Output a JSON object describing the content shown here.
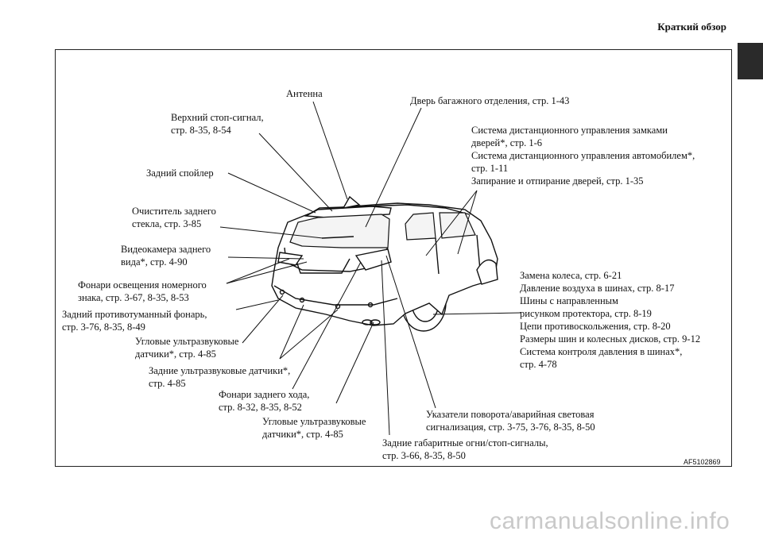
{
  "header": {
    "title": "Краткий обзор"
  },
  "figure_code": "AF5102869",
  "watermark": "carmanualsonline.info",
  "labels": {
    "antenna": "Антенна",
    "tailgate": "Дверь багажного отделения, стр. 1-43",
    "brake_light": "Верхний стоп-сигнал,\nстр. 8-35, 8-54",
    "keyless": "Система дистанционного управления замками\nдверей*, стр. 1-6\nСистема дистанционного управления автомобилем*,\nстр. 1-11\nЗапирание и отпирание дверей, стр. 1-35",
    "spoiler": "Задний спойлер",
    "wiper": "Очиститель заднего\nстекла, стр. 3-85",
    "camera": "Видеокамера заднего\nвида*, стр. 4-90",
    "plate_lights": "Фонари освещения номерного\nзнака, стр. 3-67, 8-35, 8-53",
    "fog_light": "Задний противотуманный фонарь,\nстр. 3-76, 8-35, 8-49",
    "corner_sensors_left": "Угловые ультразвуковые\nдатчики*, стр. 4-85",
    "rear_sensors": "Задние ультразвуковые датчики*,\nстр. 4-85",
    "reverse_lights": "Фонари заднего хода,\nстр. 8-32, 8-35, 8-52",
    "corner_sensors_right": "Угловые ультразвуковые\nдатчики*, стр. 4-85",
    "turn_signals": "Указатели поворота/аварийная световая\nсигнализация, стр. 3-75, 3-76, 8-35, 8-50",
    "tail_lights": "Задние габаритные огни/стоп-сигналы,\nстр. 3-66, 8-35, 8-50",
    "wheels": "Замена колеса, стр. 6-21\nДавление воздуха в шинах, стр. 8-17\nШины с направленным\nрисунком протектора, стр. 8-19\nЦепи противоскольжения, стр. 8-20\nРазмеры шин и колесных дисков, стр. 9-12\nСистема контроля давления в шинах*,\nстр. 4-78"
  }
}
